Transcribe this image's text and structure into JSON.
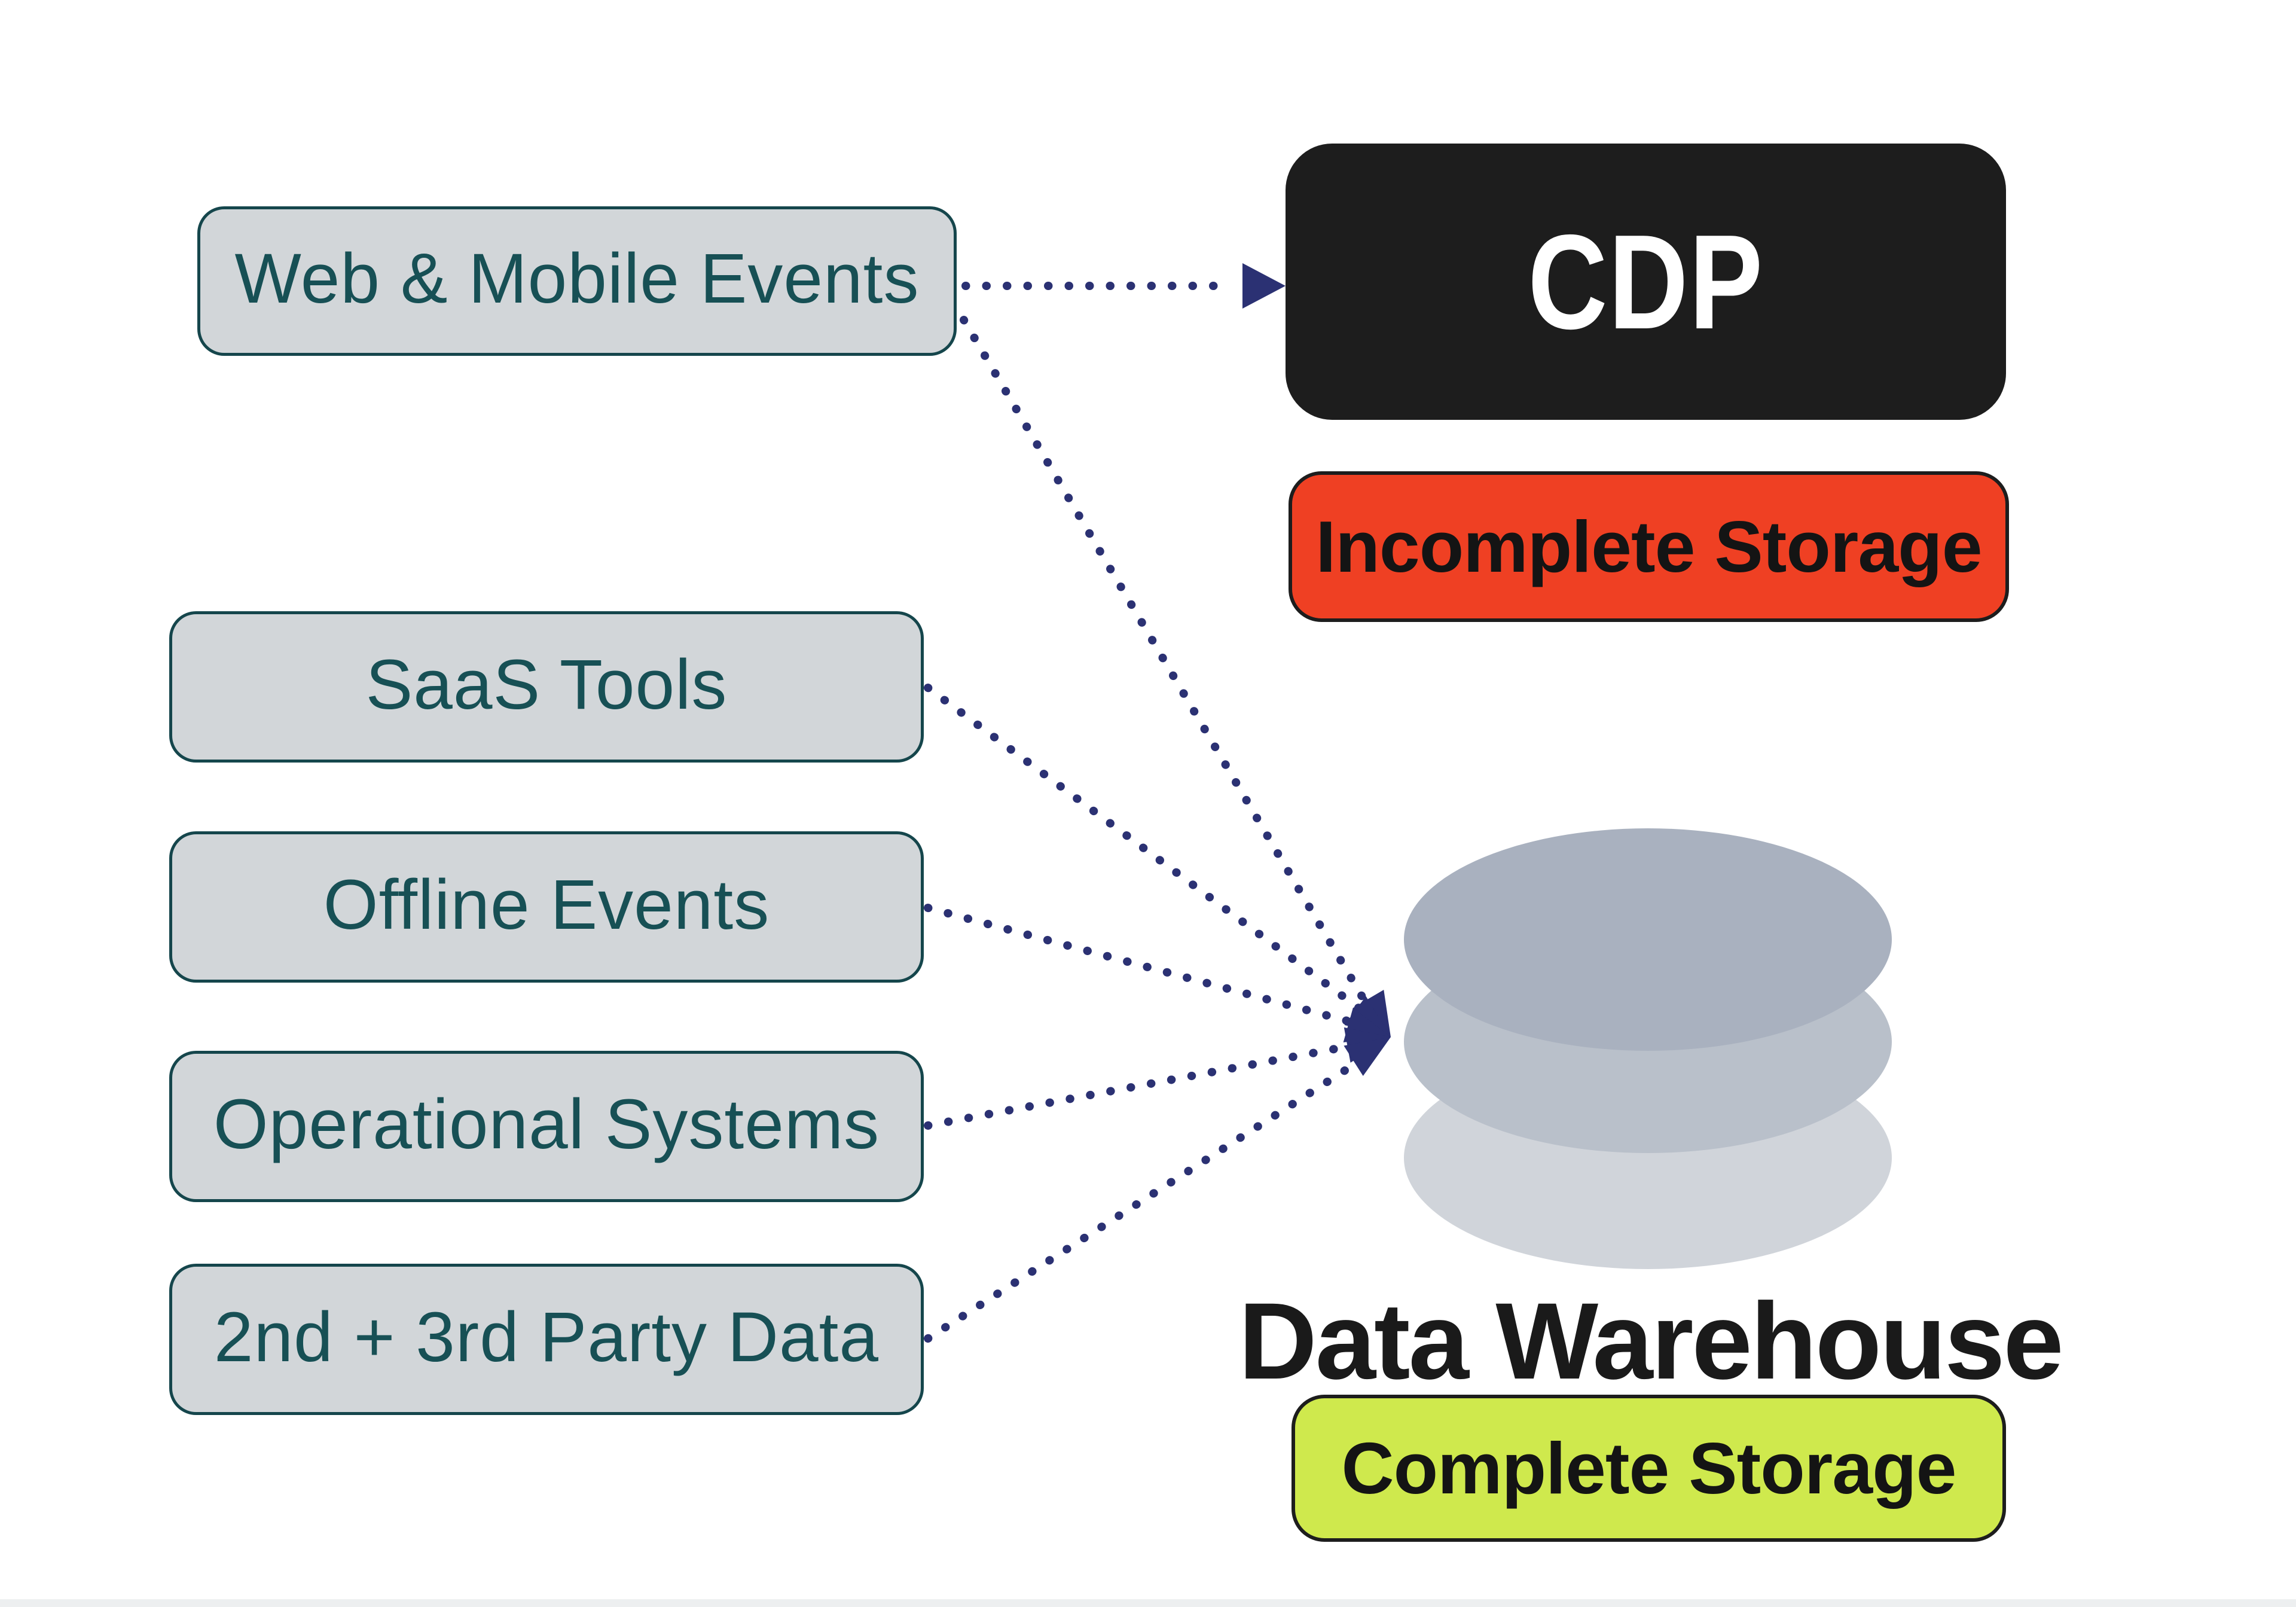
{
  "diagram": {
    "sources": [
      {
        "id": "web-mobile-events",
        "label": "Web & Mobile Events"
      },
      {
        "id": "saas-tools",
        "label": "SaaS Tools"
      },
      {
        "id": "offline-events",
        "label": "Offline Events"
      },
      {
        "id": "operational-systems",
        "label": "Operational Systems"
      },
      {
        "id": "second-third-party-data",
        "label": "2nd + 3rd Party Data"
      }
    ],
    "cdp": {
      "label": "CDP",
      "badge": "Incomplete Storage"
    },
    "warehouse": {
      "label": "Data Warehouse",
      "badge": "Complete Storage",
      "icon": "database-cylinder-stack"
    },
    "edges": [
      {
        "from": "web-mobile-events",
        "to": "cdp"
      },
      {
        "from": "web-mobile-events",
        "to": "data-warehouse"
      },
      {
        "from": "saas-tools",
        "to": "data-warehouse"
      },
      {
        "from": "offline-events",
        "to": "data-warehouse"
      },
      {
        "from": "operational-systems",
        "to": "data-warehouse"
      },
      {
        "from": "second-third-party-data",
        "to": "data-warehouse"
      }
    ],
    "colors": {
      "source_fill": "#d2d6d9",
      "source_border": "#15464c",
      "source_text": "#175055",
      "cdp_fill": "#1d1d1d",
      "cdp_text": "#ffffff",
      "incomplete_fill": "#ef4023",
      "complete_fill": "#cfe94d",
      "badge_text": "#141414",
      "edge_dots": "#2b3173",
      "db_disc_top": "#a9b1bf",
      "db_disc_middle": "#b9c0ca",
      "db_disc_bottom": "#d0d4da"
    }
  }
}
